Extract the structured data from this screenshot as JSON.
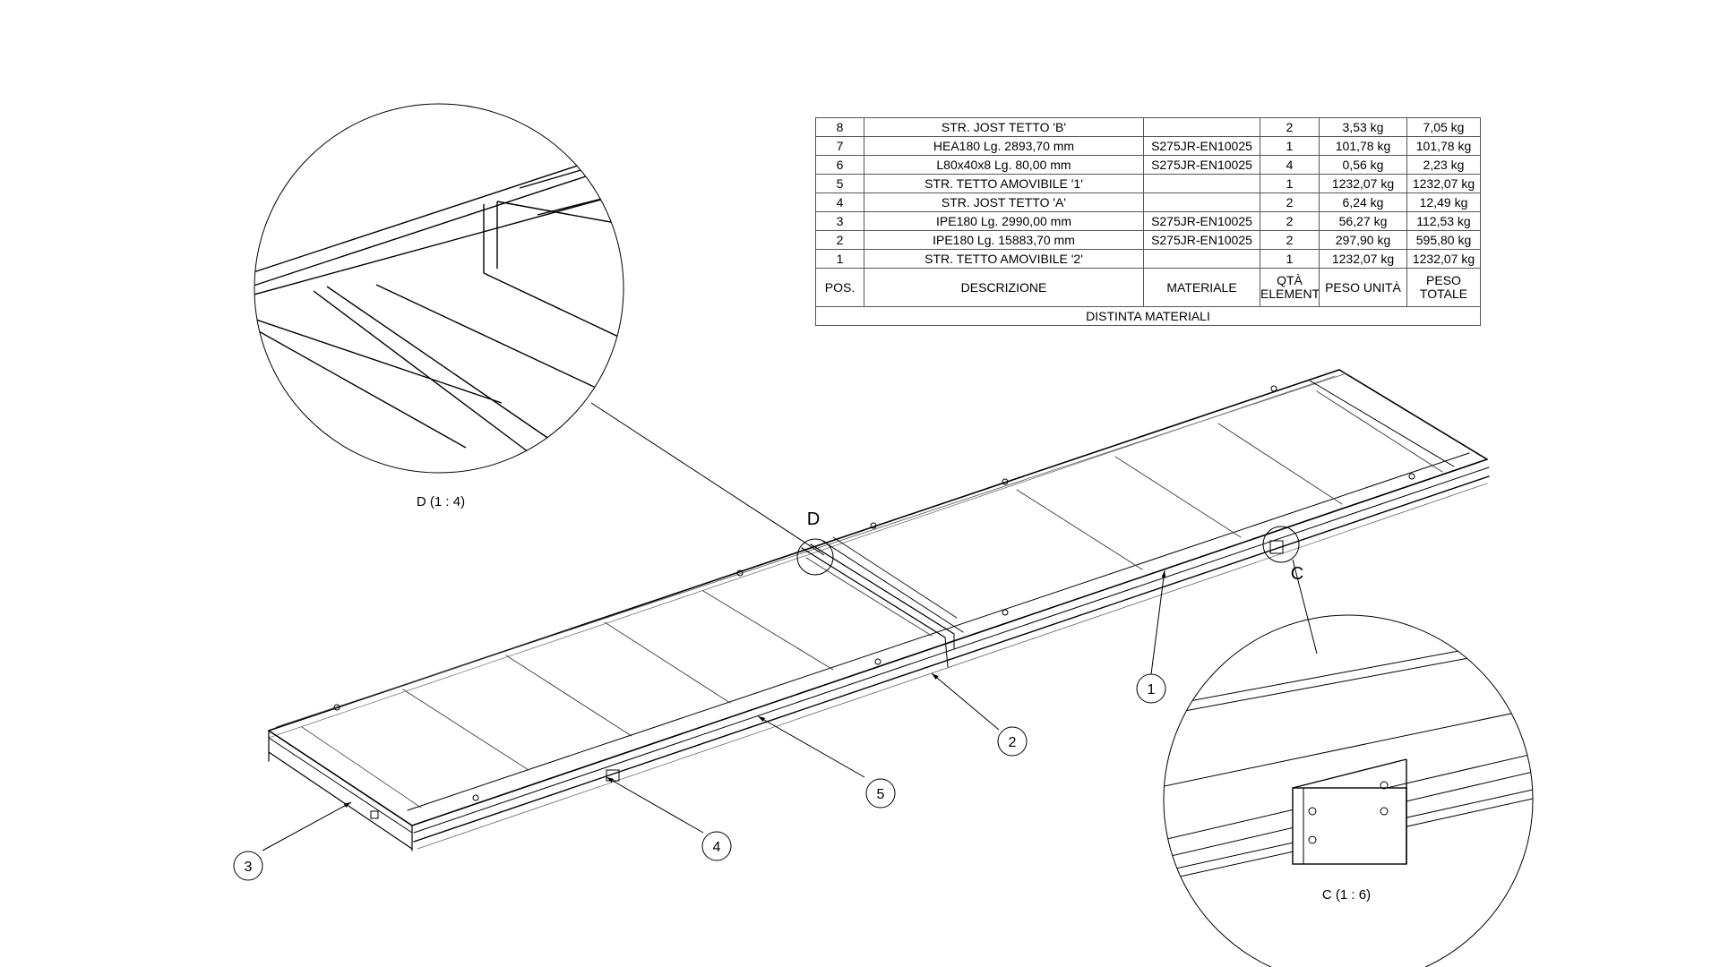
{
  "bom": {
    "title": "DISTINTA MATERIALI",
    "headers": {
      "pos": "POS.",
      "descrizione": "DESCRIZIONE",
      "materiale": "MATERIALE",
      "qta": "QTÀ ELEMENTI",
      "peso_unita": "PESO UNITÀ",
      "peso_totale": "PESO TOTALE"
    },
    "rows": [
      {
        "pos": "8",
        "descrizione": "STR. JOST TETTO 'B'",
        "materiale": "",
        "qta": "2",
        "peso_unita": "3,53 kg",
        "peso_totale": "7,05 kg"
      },
      {
        "pos": "7",
        "descrizione": "HEA180 Lg. 2893,70 mm",
        "materiale": "S275JR-EN10025",
        "qta": "1",
        "peso_unita": "101,78 kg",
        "peso_totale": "101,78 kg"
      },
      {
        "pos": "6",
        "descrizione": "L80x40x8 Lg. 80,00 mm",
        "materiale": "S275JR-EN10025",
        "qta": "4",
        "peso_unita": "0,56 kg",
        "peso_totale": "2,23 kg"
      },
      {
        "pos": "5",
        "descrizione": "STR. TETTO AMOVIBILE '1'",
        "materiale": "",
        "qta": "1",
        "peso_unita": "1232,07 kg",
        "peso_totale": "1232,07 kg"
      },
      {
        "pos": "4",
        "descrizione": "STR. JOST TETTO 'A'",
        "materiale": "",
        "qta": "2",
        "peso_unita": "6,24 kg",
        "peso_totale": "12,49 kg"
      },
      {
        "pos": "3",
        "descrizione": "IPE180 Lg. 2990,00 mm",
        "materiale": "S275JR-EN10025",
        "qta": "2",
        "peso_unita": "56,27 kg",
        "peso_totale": "112,53 kg"
      },
      {
        "pos": "2",
        "descrizione": "IPE180 Lg. 15883,70 mm",
        "materiale": "S275JR-EN10025",
        "qta": "2",
        "peso_unita": "297,90 kg",
        "peso_totale": "595,80 kg"
      },
      {
        "pos": "1",
        "descrizione": "STR. TETTO AMOVIBILE '2'",
        "materiale": "",
        "qta": "1",
        "peso_unita": "1232,07 kg",
        "peso_totale": "1232,07 kg"
      }
    ]
  },
  "details": {
    "D": {
      "marker": "D",
      "caption": "D (1 : 4)"
    },
    "C": {
      "marker": "C",
      "caption": "C (1 : 6)"
    }
  },
  "balloons": [
    "1",
    "2",
    "3",
    "4",
    "5"
  ]
}
